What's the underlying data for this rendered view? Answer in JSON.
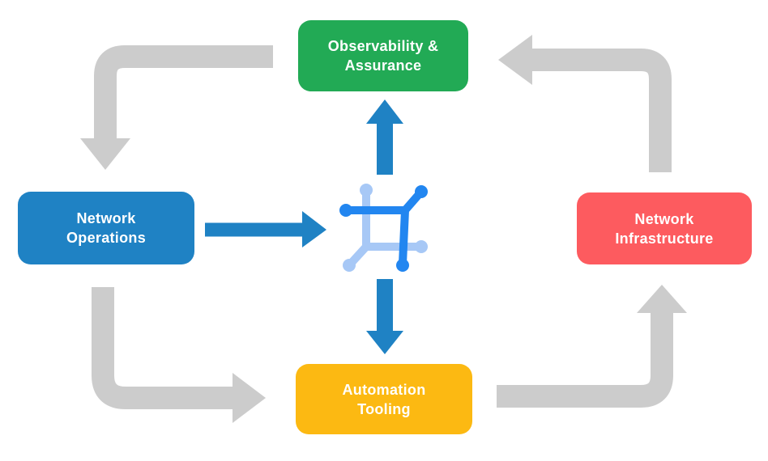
{
  "colors": {
    "background": "#ffffff",
    "green": "#22aa55",
    "blue": "#1f82c4",
    "red": "#fd5b5f",
    "yellow": "#fcb912",
    "gray": "#cccccc",
    "iconDark": "#2286f0",
    "iconLight": "#a7c8f6",
    "text": "#ffffff"
  },
  "nodes": {
    "observability": {
      "label": "Observability &\nAssurance"
    },
    "operations": {
      "label": "Network\nOperations"
    },
    "infrastructure": {
      "label": "Network\nInfrastructure"
    },
    "automation": {
      "label": "Automation\nTooling"
    }
  },
  "icons": {
    "center": "network-nodes-icon"
  },
  "arrows": {
    "gray_cycle": [
      {
        "from": "observability",
        "to": "operations"
      },
      {
        "from": "operations",
        "to": "automation"
      },
      {
        "from": "automation",
        "to": "infrastructure"
      },
      {
        "from": "infrastructure",
        "to": "observability"
      }
    ],
    "blue_center": [
      {
        "from": "operations",
        "to": "center-icon"
      },
      {
        "from": "center-icon",
        "to": "observability"
      },
      {
        "from": "center-icon",
        "to": "automation"
      }
    ]
  }
}
